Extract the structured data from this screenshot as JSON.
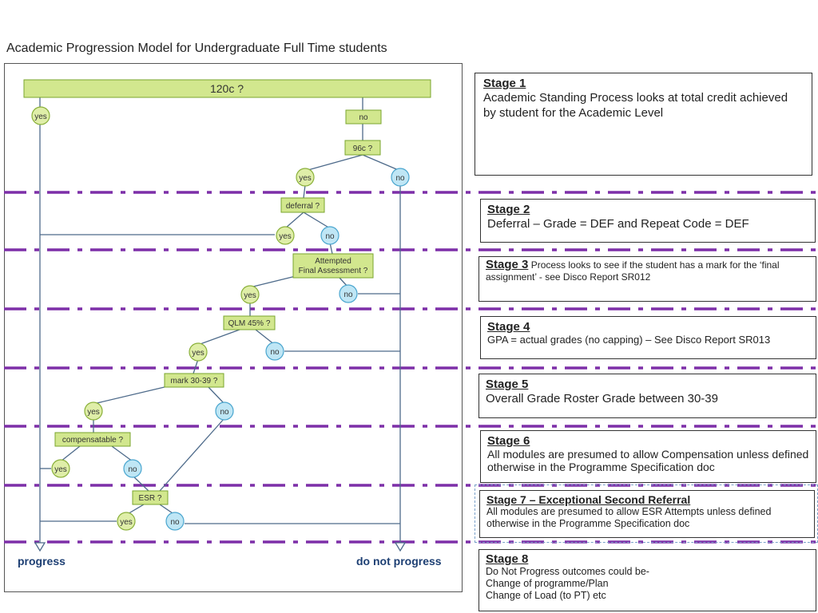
{
  "page_title": "Academic Progression Model for Undergraduate Full Time students",
  "flow": {
    "top_question": "120c ?",
    "yes": "yes",
    "no": "no",
    "q_96c": "96c ?",
    "q_deferral": "deferral ?",
    "q_attempted_1": "Attempted",
    "q_attempted_2": "Final Assessment ?",
    "q_qlm": "QLM 45% ?",
    "q_mark": "mark 30-39 ?",
    "q_compensatable": "compensatable ?",
    "q_esr": "ESR ?",
    "end_progress": "progress",
    "end_do_not_progress": "do not progress"
  },
  "stages": [
    {
      "title": "Stage 1",
      "body": "Academic Standing Process looks at total credit achieved by student for the Academic Level"
    },
    {
      "title": "Stage 2",
      "body": "Deferral – Grade = DEF and Repeat Code = DEF"
    },
    {
      "title": "Stage 3",
      "body": " Process looks to see if the student has a mark for the ‘final assignment’ - see Disco Report SR012"
    },
    {
      "title": "Stage 4",
      "body": "GPA = actual grades (no capping) – See Disco Report SR013"
    },
    {
      "title": "Stage 5",
      "body": "Overall Grade Roster Grade between 30-39"
    },
    {
      "title": "Stage 6",
      "body": "All modules are presumed to allow Compensation unless defined otherwise in the Programme Specification doc"
    },
    {
      "title": "Stage 7 – Exceptional Second Referral",
      "body": "All modules are presumed to allow ESR Attempts unless defined otherwise in the Programme Specification doc"
    },
    {
      "title": "Stage 8",
      "body": "Do Not Progress outcomes could be-",
      "line2": "Change of programme/Plan",
      "line3": "Change of Load (to PT) etc"
    }
  ]
}
